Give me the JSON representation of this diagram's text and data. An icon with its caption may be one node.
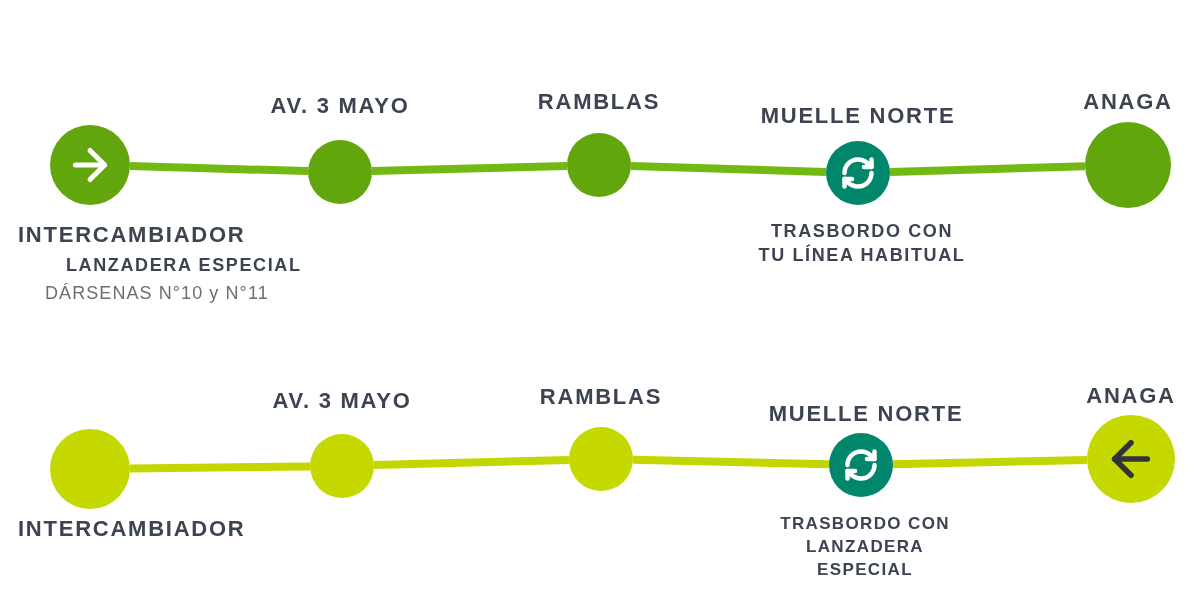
{
  "diagram": {
    "nodes": [
      {
        "text": [
          "INTERCAMBIADOR"
        ],
        "beside": [
          "LANZADERA ESPECIAL",
          "DÁRSENAS N°10 y N°11"
        ]
      },
      {
        "text": [
          "AV. 3 MAYO"
        ]
      },
      {
        "text": [
          "RAMBLAS"
        ]
      },
      {
        "text": [
          "MUELLE NORTE"
        ],
        "beside": [
          "TRASBORDO CON TU LÍNEA HABITUAL"
        ]
      },
      {
        "text": [
          "ANAGA"
        ]
      },
      {
        "text": [
          "INTERCAMBIADOR"
        ]
      },
      {
        "text": [
          "AV. 3 MAYO"
        ]
      },
      {
        "text": [
          "RAMBLAS"
        ]
      },
      {
        "text": [
          "MUELLE NORTE"
        ],
        "beside": [
          "TRASBORDO CON LANZADERA ESPECIAL"
        ]
      },
      {
        "text": [
          "ANAGA"
        ]
      }
    ],
    "edges": [
      {
        "from": 0,
        "to": 1,
        "arrow": "none",
        "color": "#74b816"
      },
      {
        "from": 1,
        "to": 2,
        "arrow": "none",
        "color": "#74b816"
      },
      {
        "from": 2,
        "to": 3,
        "arrow": "none",
        "color": "#74b816"
      },
      {
        "from": 3,
        "to": 4,
        "arrow": "none",
        "color": "#74b816"
      },
      {
        "from": 5,
        "to": 6,
        "arrow": "none",
        "color": "#c4d600"
      },
      {
        "from": 6,
        "to": 7,
        "arrow": "none",
        "color": "#c4d600"
      },
      {
        "from": 7,
        "to": 8,
        "arrow": "none",
        "color": "#c4d600"
      },
      {
        "from": 8,
        "to": 9,
        "arrow": "none",
        "color": "#c4d600"
      }
    ]
  }
}
